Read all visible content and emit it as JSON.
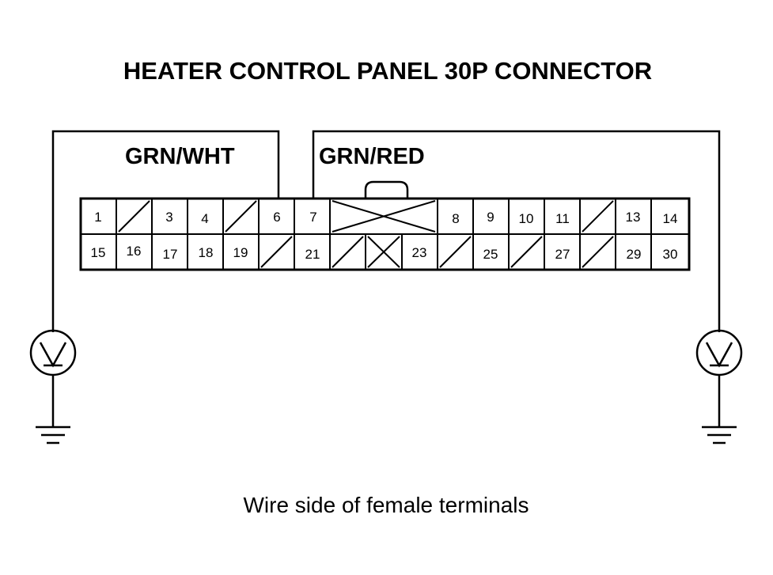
{
  "title": "HEATER CONTROL PANEL 30P CONNECTOR",
  "caption": "Wire side of female terminals",
  "wires": {
    "left": "GRN/WHT",
    "right": "GRN/RED"
  },
  "connector": {
    "top_row": [
      {
        "id": "c1",
        "label": "1"
      },
      {
        "id": "c2",
        "label": "",
        "blank": true
      },
      {
        "id": "c3",
        "label": "3"
      },
      {
        "id": "c4",
        "label": "4"
      },
      {
        "id": "c5",
        "label": "",
        "blank": true
      },
      {
        "id": "c6",
        "label": "6"
      },
      {
        "id": "c7",
        "label": "7"
      },
      {
        "id": "cx",
        "label": "",
        "cross": true
      },
      {
        "id": "c8",
        "label": "8"
      },
      {
        "id": "c9",
        "label": "9"
      },
      {
        "id": "c10",
        "label": "10"
      },
      {
        "id": "c11",
        "label": "11"
      },
      {
        "id": "c12",
        "label": "",
        "blank": true
      },
      {
        "id": "c13",
        "label": "13"
      },
      {
        "id": "c14",
        "label": "14"
      }
    ],
    "bottom_row": [
      {
        "id": "c15",
        "label": "15"
      },
      {
        "id": "c16",
        "label": "16"
      },
      {
        "id": "c17",
        "label": "17"
      },
      {
        "id": "c18",
        "label": "18"
      },
      {
        "id": "c19",
        "label": "19"
      },
      {
        "id": "c20",
        "label": "",
        "blank": true
      },
      {
        "id": "c21",
        "label": "21"
      },
      {
        "id": "c22a",
        "label": "",
        "blank": true
      },
      {
        "id": "c22b",
        "label": "",
        "cross": true
      },
      {
        "id": "c23",
        "label": "23"
      },
      {
        "id": "c24",
        "label": "",
        "blank": true
      },
      {
        "id": "c25",
        "label": "25"
      },
      {
        "id": "c26",
        "label": "",
        "blank": true
      },
      {
        "id": "c27",
        "label": "27"
      },
      {
        "id": "c28",
        "label": "",
        "blank": true
      },
      {
        "id": "c29",
        "label": "29"
      },
      {
        "id": "c30",
        "label": "30"
      }
    ]
  },
  "colors": {
    "line": "#000000",
    "background": "#ffffff"
  },
  "icons": [
    "voltmeter-icon",
    "ground-icon"
  ]
}
